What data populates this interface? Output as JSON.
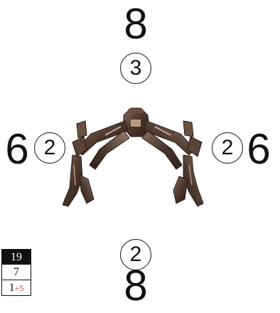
{
  "card": {
    "top_value": "8",
    "top_cost": "3",
    "left_value": "6",
    "left_cost": "2",
    "right_value": "6",
    "right_cost": "2",
    "bottom_value": "8",
    "bottom_cost": "2",
    "figure_icon": "mech-walker-icon"
  },
  "stats": {
    "row1": "19",
    "row2": "7",
    "row3": "1",
    "row3_bonus": "+5"
  },
  "colors": {
    "text": "#111111",
    "bonus": "#c0392b",
    "stats_header_bg": "#111111",
    "figure_dark": "#3b2a22",
    "figure_mid": "#6b4f40",
    "figure_light": "#a48a78"
  }
}
